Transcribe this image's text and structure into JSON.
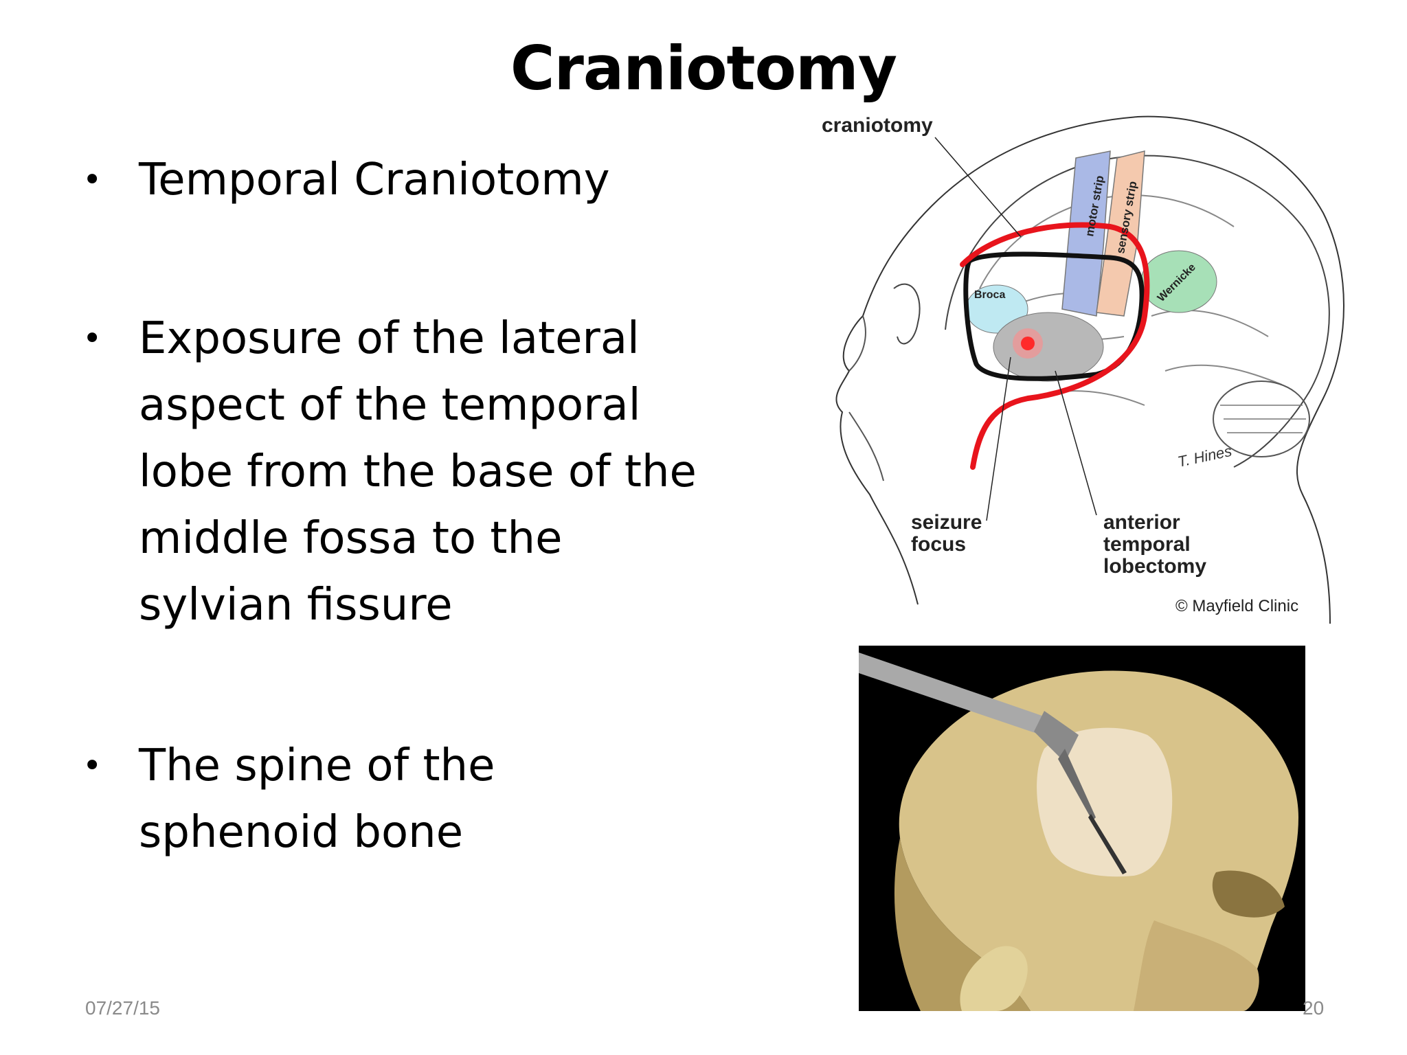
{
  "slide": {
    "title": "Craniotomy",
    "bullets": [
      {
        "lines": [
          "Temporal Craniotomy"
        ]
      },
      {
        "lines": [
          "Exposure of the lateral",
          "aspect of the temporal",
          "lobe from the base of the",
          "middle fossa to the",
          "sylvian fissure"
        ]
      },
      {
        "lines": [
          "The spine of the",
          "sphenoid bone"
        ]
      }
    ],
    "bullet_glyph": "•",
    "footer": {
      "date": "07/27/15",
      "page_number": "20"
    }
  },
  "diagram": {
    "labels": {
      "craniotomy": "craniotomy",
      "motor_strip": "motor strip",
      "sensory_strip": "sensory strip",
      "broca": "Broca",
      "wernicke": "Wernicke",
      "seizure_focus_1": "seizure",
      "seizure_focus_2": "focus",
      "anterior_1": "anterior",
      "anterior_2": "temporal",
      "anterior_3": "lobectomy",
      "credit": "© Mayfield Clinic",
      "signature": "T. Hines"
    },
    "colors": {
      "craniotomy_outline": "#111111",
      "incision_line": "#e8141c",
      "motor_strip": "#aab9e6",
      "sensory_strip": "#f4c9ae",
      "broca": "#bfe9f2",
      "wernicke": "#a7e0b7",
      "seizure_region": "#b8b8b8",
      "seizure_focus": "#ff2a2a"
    }
  },
  "photo": {
    "description_icon": "skull-drill-render-icon",
    "colors": {
      "background": "#000000",
      "skull": "#d8c38a",
      "bone_flap": "#efe2c8",
      "instrument": "#a9a9a9"
    }
  }
}
